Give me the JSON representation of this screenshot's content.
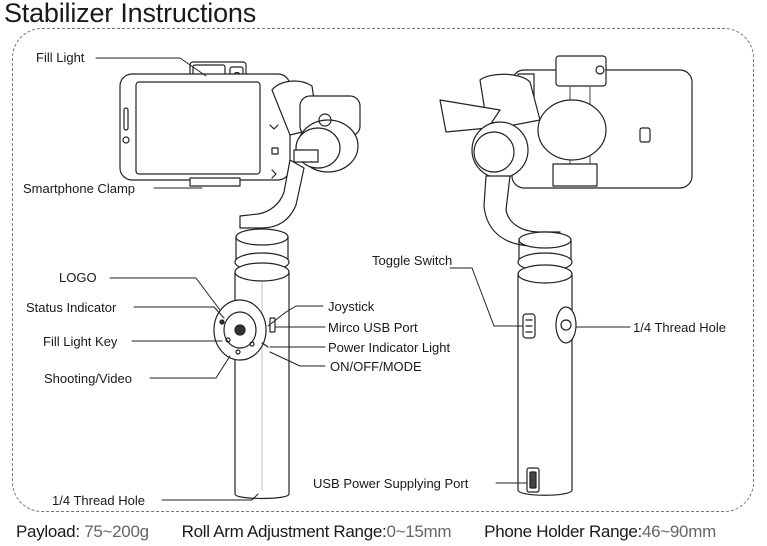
{
  "title": "Stabilizer Instructions",
  "labels": {
    "fill_light": "Fill Light",
    "smartphone_clamp": "Smartphone Clamp",
    "logo": "LOGO",
    "status_indicator": "Status Indicator",
    "fill_light_key": "Fill Light Key",
    "shooting_video": "Shooting/Video",
    "thread_hole_bottom": "1/4 Thread Hole",
    "joystick": "Joystick",
    "micro_usb_port": "Mirco USB Port",
    "power_indicator_light": "Power Indicator Light",
    "on_off_mode": "ON/OFF/MODE",
    "toggle_switch": "Toggle Switch",
    "thread_hole_side": "1/4 Thread Hole",
    "usb_power_port": "USB Power Supplying Port"
  },
  "specs": {
    "payload_label": "Payload:",
    "payload_value": "75~200g",
    "roll_label": "Roll Arm Adjustment Range:",
    "roll_value": "0~15mm",
    "holder_label": "Phone Holder Range:",
    "holder_value": "46~90mm"
  }
}
